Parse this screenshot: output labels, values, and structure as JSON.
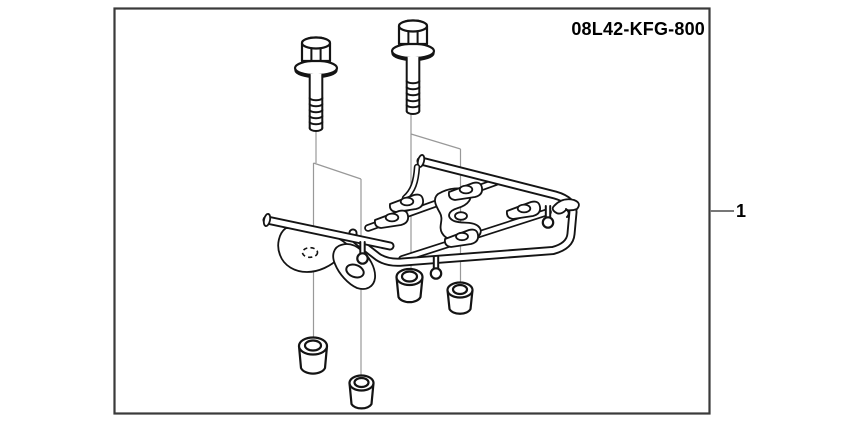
{
  "diagram": {
    "part_number": "08L42-KFG-800",
    "callout": {
      "label": "1"
    },
    "parts": [
      "flange-bolt-long",
      "flange-bolt-short",
      "carrier-rack",
      "left-mounting-bracket",
      "rubber-bushing-1",
      "rubber-bushing-2",
      "rubber-bushing-3",
      "rubber-bushing-4"
    ],
    "colors": {
      "line": "#141414",
      "leader": "#999999",
      "frame_border": "#3a3a3a",
      "callout_line": "#777777",
      "background": "#ffffff",
      "text": "#000000"
    }
  }
}
